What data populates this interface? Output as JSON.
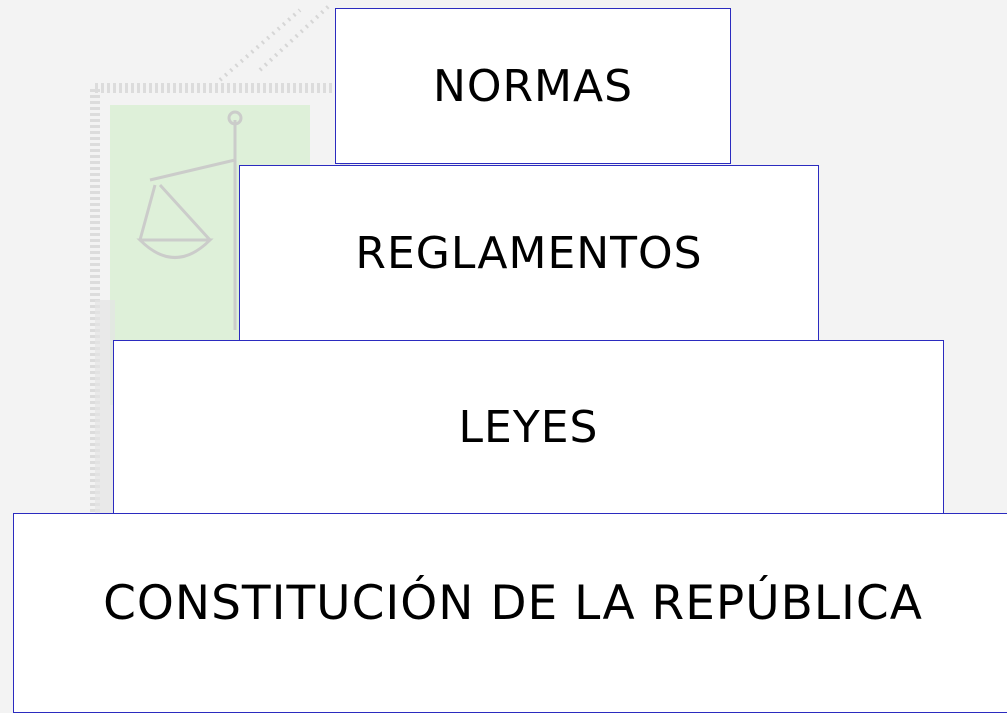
{
  "colors": {
    "background": "#f3f3f3",
    "box_fill": "#ffffff",
    "box_border": "#2b2bbf",
    "watermark_green": "#d9efd4",
    "watermark_gray": "#dcdcdc"
  },
  "pyramid": {
    "tiers": [
      {
        "label": "NORMAS"
      },
      {
        "label": "REGLAMENTOS"
      },
      {
        "label": "LEYES"
      },
      {
        "label": "CONSTITUCIÓN DE LA REPÚBLICA"
      }
    ]
  }
}
